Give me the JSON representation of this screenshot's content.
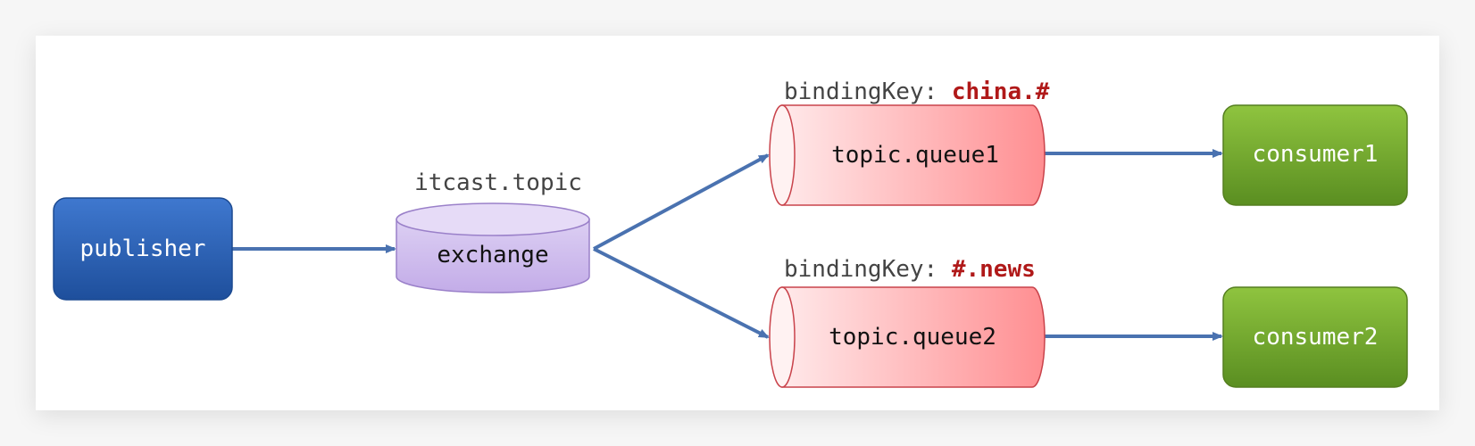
{
  "diagram": {
    "publisher": {
      "label": "publisher"
    },
    "exchange": {
      "name": "itcast.topic",
      "label": "exchange"
    },
    "queues": [
      {
        "label": "topic.queue1",
        "binding_prefix": "bindingKey: ",
        "binding_key": "china.#"
      },
      {
        "label": "topic.queue2",
        "binding_prefix": "bindingKey: ",
        "binding_key": "#.news"
      }
    ],
    "consumers": [
      {
        "label": "consumer1"
      },
      {
        "label": "consumer2"
      }
    ],
    "colors": {
      "publisher_top": "#3f78cf",
      "publisher_bottom": "#1e4f9c",
      "exchange_fill": "#dccff3",
      "exchange_bottom": "#c3ace8",
      "exchange_stroke": "#9a80c9",
      "queue_light": "#ffe9ea",
      "queue_dark": "#ff8e91",
      "queue_stroke": "#c9434b",
      "consumer_top": "#8fc43f",
      "consumer_bottom": "#5a8e21",
      "arrow": "#4a72b0",
      "binding_key": "#b01919",
      "label_gray": "#444444"
    }
  }
}
